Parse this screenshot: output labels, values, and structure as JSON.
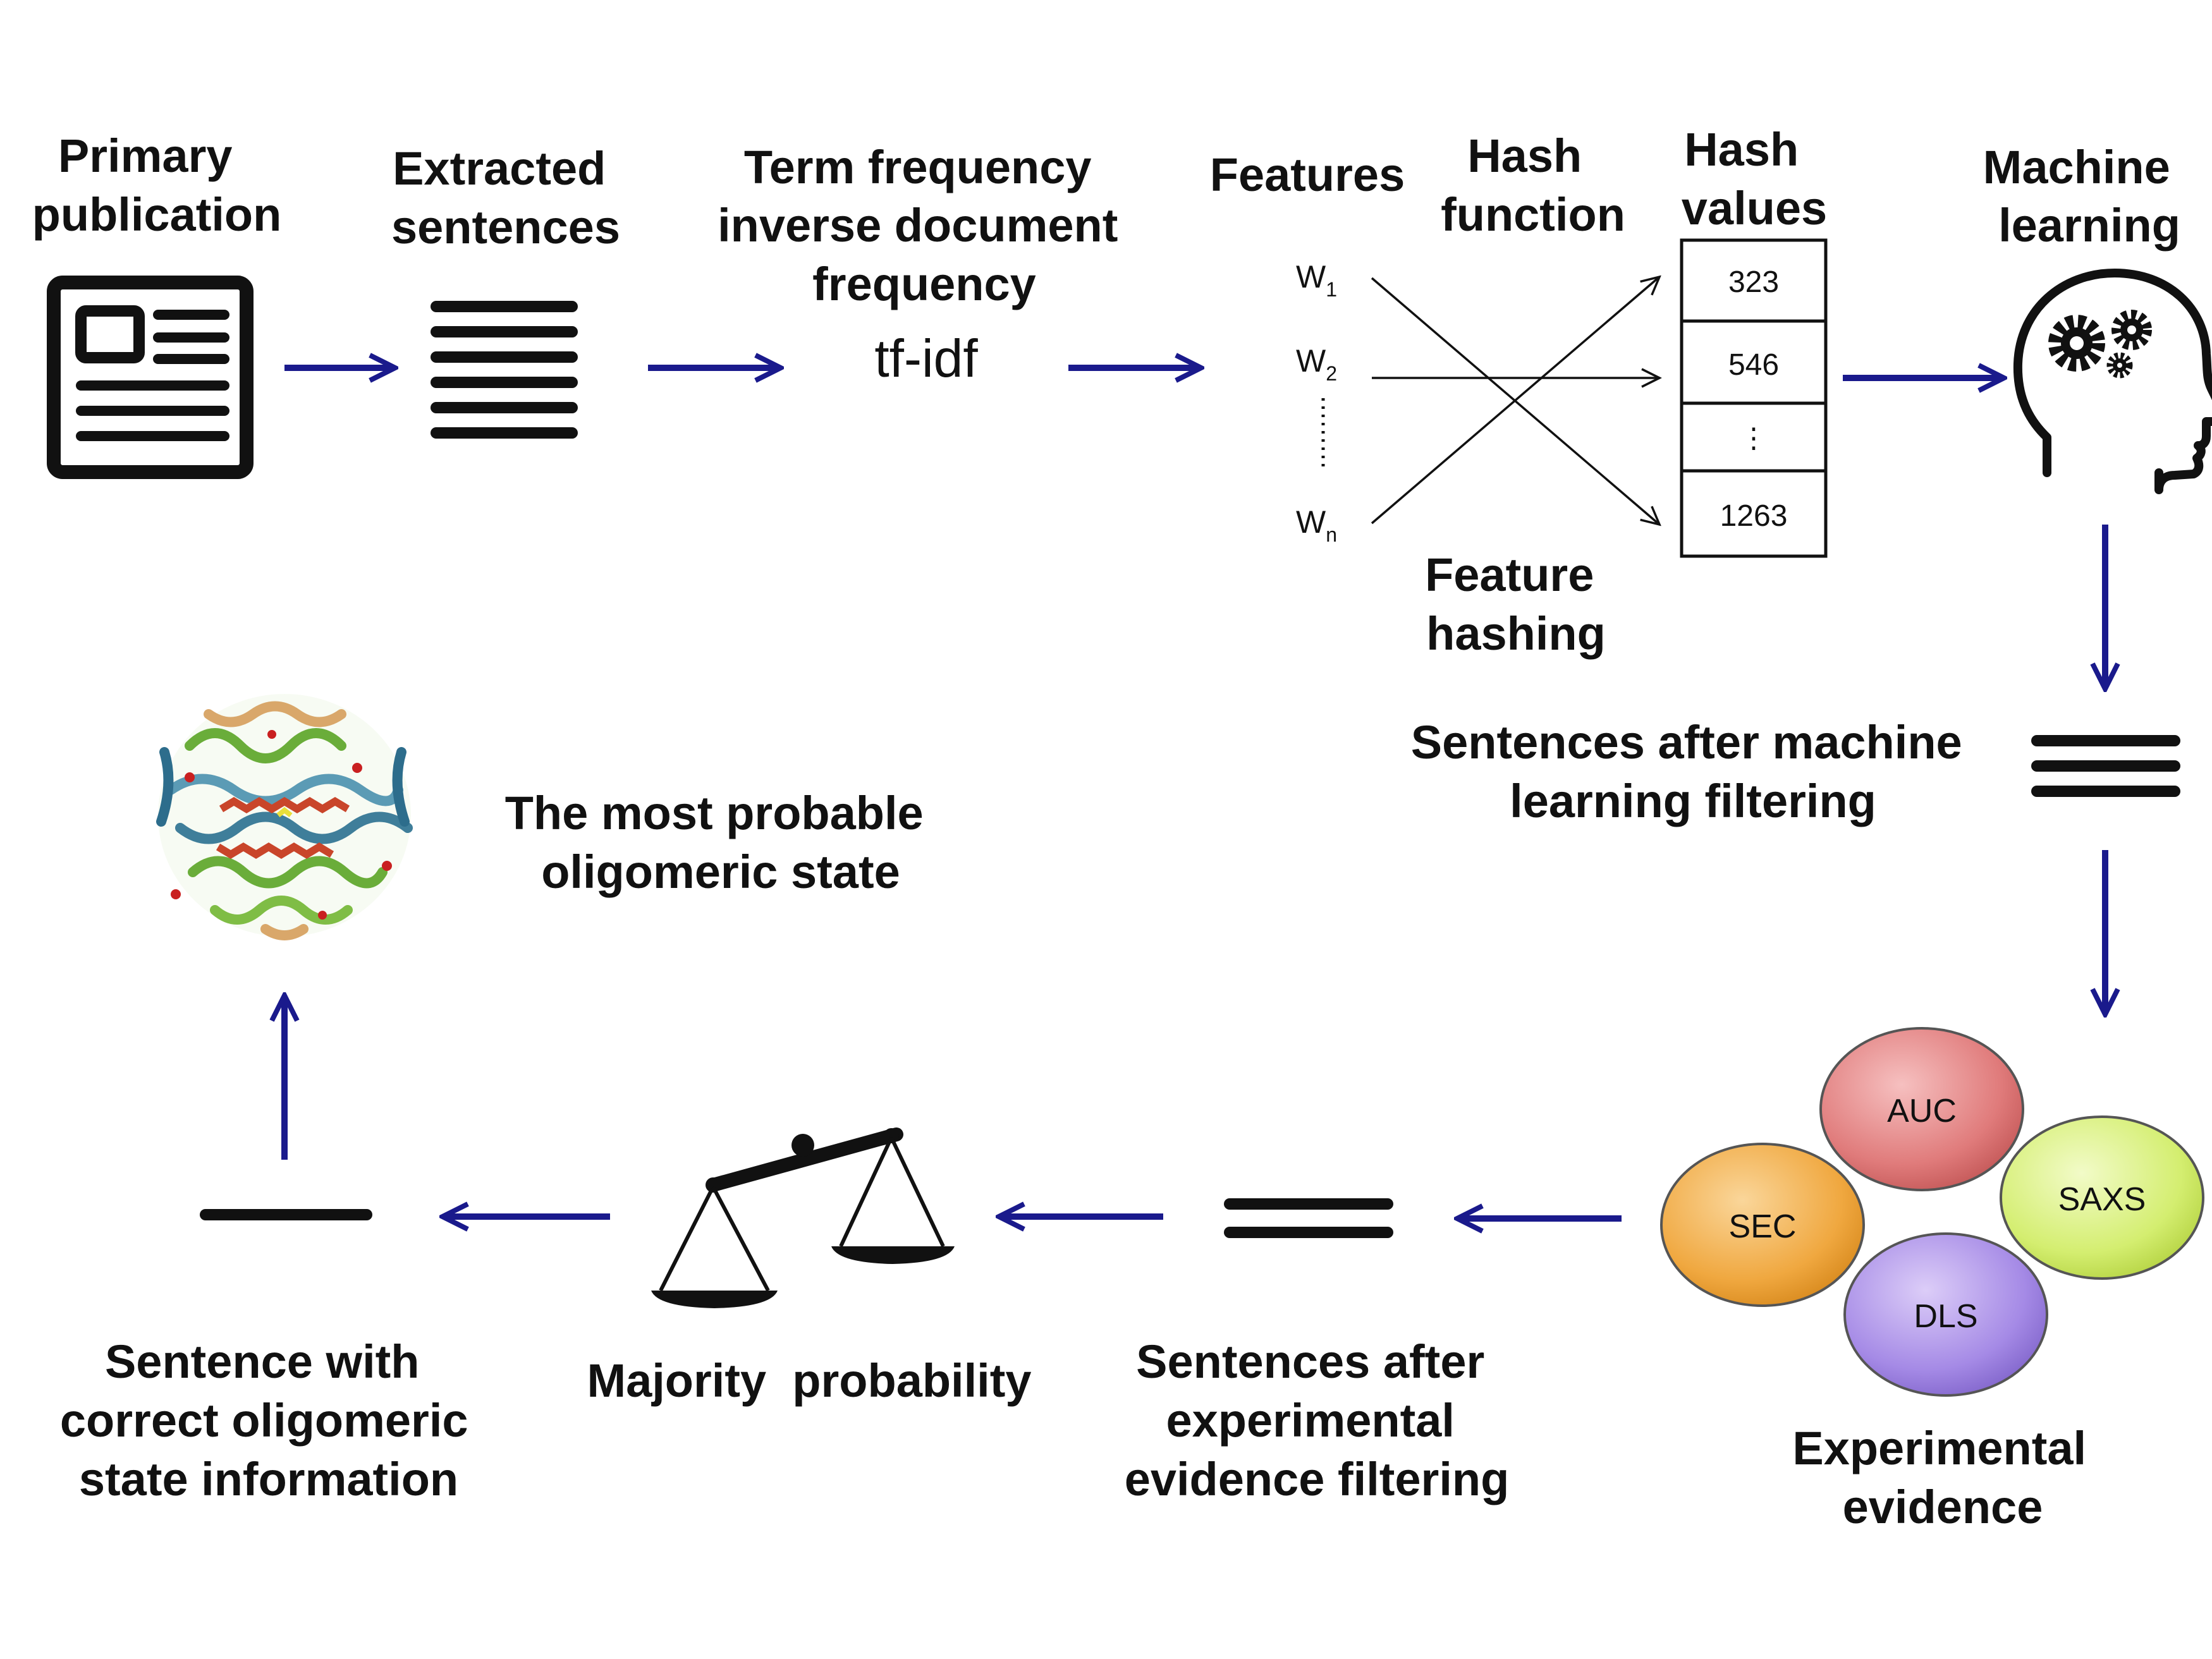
{
  "colors": {
    "arrow": "#1a1a8c",
    "ink": "#111111",
    "auc": "#e07b7b",
    "sec": "#f0a840",
    "saxs": "#d4ee70",
    "dls": "#a58ae6"
  },
  "steps": {
    "primary": [
      "Primary",
      "publication"
    ],
    "extracted": [
      "Extracted",
      "sentences"
    ],
    "tfidf": [
      "Term frequency",
      "inverse document",
      "frequency"
    ],
    "tfidf_abbrev": "tf-idf",
    "features": "Features",
    "hash_function": [
      "Hash",
      "function"
    ],
    "hash_values": [
      "Hash",
      "values"
    ],
    "machine_learning": [
      "Machine",
      "learning"
    ],
    "feature_hashing": [
      "Feature",
      "hashing"
    ],
    "ml_filtered": [
      "Sentences after machine",
      "learning filtering"
    ],
    "experimental_evidence": [
      "Experimental",
      "evidence"
    ],
    "exp_filtered": [
      "Sentences after",
      "experimental",
      "evidence filtering"
    ],
    "majority": "Majority  probability",
    "correct_sentence": [
      "Sentence with",
      "correct oligomeric",
      "state information"
    ],
    "most_probable": [
      "The most probable",
      "oligomeric state"
    ]
  },
  "words": {
    "w1": {
      "base": "W",
      "sub": "1"
    },
    "w2": {
      "base": "W",
      "sub": "2"
    },
    "wn": {
      "base": "W",
      "sub": "n"
    }
  },
  "hash_table": [
    "323",
    "546",
    "⋮",
    "1263"
  ],
  "techniques": {
    "auc": "AUC",
    "sec": "SEC",
    "saxs": "SAXS",
    "dls": "DLS"
  },
  "icons": {
    "publication": "newspaper-icon",
    "sentences": "text-lines-icon",
    "ml": "head-gears-icon",
    "scale": "balance-scale-icon",
    "protein": "protein-structure-icon"
  }
}
